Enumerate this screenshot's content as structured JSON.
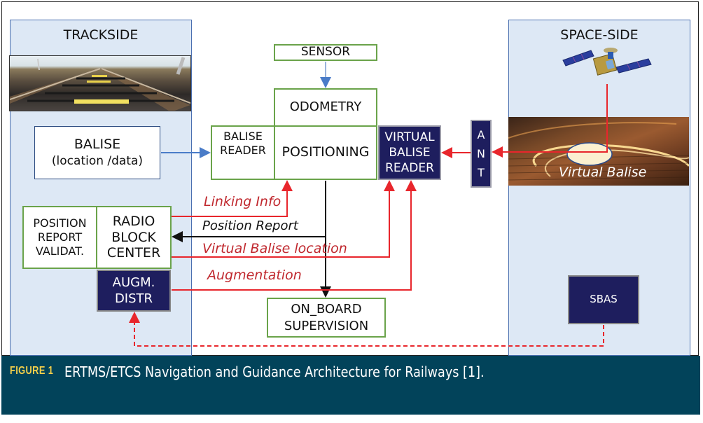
{
  "figure": {
    "label": "FIGURE 1",
    "caption": "ERTMS/ETCS Navigation and Guidance Architecture for Railways [1]."
  },
  "trackside": {
    "title": "TRACKSIDE",
    "image_alt": "railway track with balise",
    "balise": {
      "line1": "BALISE",
      "line2": "(location /data)"
    },
    "position_report_validat": {
      "line1": "POSITION",
      "line2": "REPORT",
      "line3": "VALIDAT."
    },
    "radio_block_center": {
      "line1": "RADIO",
      "line2": "BLOCK",
      "line3": "CENTER"
    },
    "augm_distr": {
      "line1": "AUGM.",
      "line2": "DISTR"
    }
  },
  "onboard": {
    "sensor": "SENSOR",
    "odometry": "ODOMETRY",
    "balise_reader": {
      "line1": "BALISE",
      "line2": "READER"
    },
    "positioning": "POSITIONING",
    "virtual_balise_reader": {
      "line1": "VIRTUAL",
      "line2": "BALISE",
      "line3": "READER"
    },
    "on_board_supervision": {
      "line1": "ON_BOARD",
      "line2": "SUPERVISION"
    },
    "ant": [
      "A",
      "N",
      "T"
    ]
  },
  "spaceside": {
    "title": "SPACE-SIDE",
    "virtual_balise_label": "Virtual Balise",
    "sbas": "SBAS"
  },
  "links": {
    "linking_info": "Linking Info",
    "position_report": "Position Report",
    "virtual_balise_location": "Virtual Balise location",
    "augmentation": "Augmentation"
  },
  "colors": {
    "panel_bg": "#dde8f5",
    "green_border": "#6aa34a",
    "dark_box": "#1e1e5e",
    "red_link": "#e8262c",
    "blue_link": "#4a7cc8",
    "caption_bg": "#02435a",
    "caption_label": "#f4d04a"
  }
}
